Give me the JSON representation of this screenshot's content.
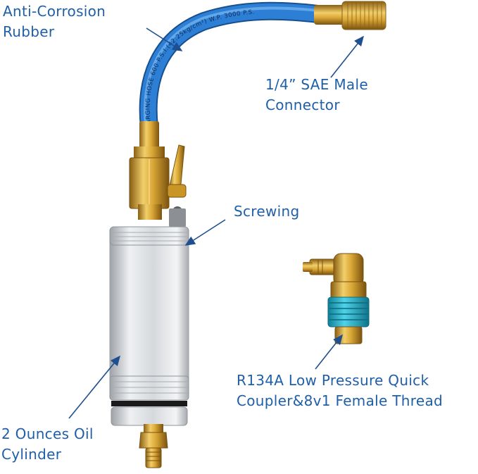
{
  "colors": {
    "label_text": "#1f5fa8",
    "arrow": "#1f4f8f",
    "hose_blue": "#2d7fd6",
    "brass": "#d9a635",
    "cylinder_silver": "#d6d9dc",
    "coupler_cyan": "#21b3cf"
  },
  "labels": {
    "hose_line1": "Anti-Corrosion",
    "hose_line2": "Rubber",
    "connector_line1": "1/4” SAE Male",
    "connector_line2": "Connector",
    "screwing": "Screwing",
    "coupler_line1": "R134A Low Pressure Quick",
    "coupler_line2": "Coupler&8v1 Female Thread",
    "cylinder_line1": "2 Ounces Oil",
    "cylinder_line2": "Cylinder"
  },
  "hose_print": "ARGING HOSE 600 P.S.I.(42.25kg/cm²) W.P. 3000 P.S."
}
